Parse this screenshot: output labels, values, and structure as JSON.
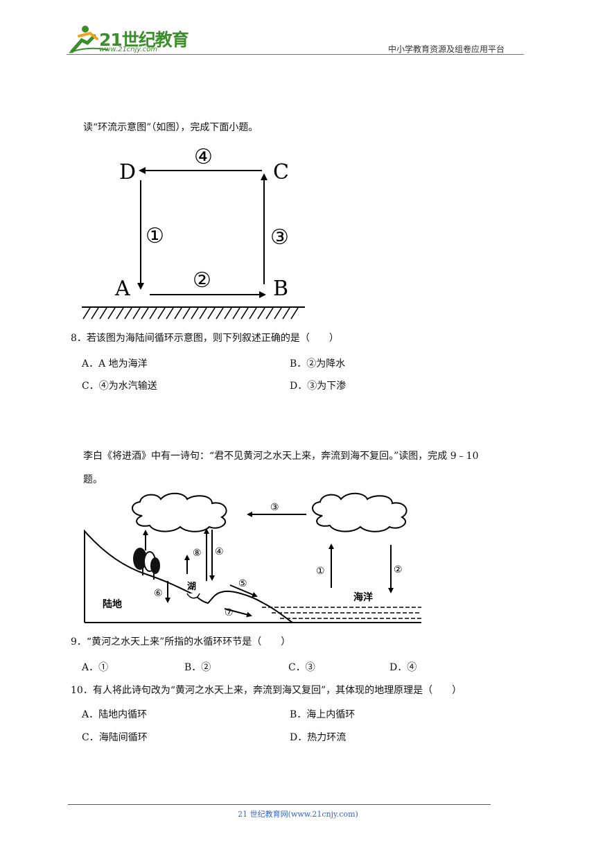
{
  "header": {
    "logo_text": "21世纪教育",
    "logo_url": "www.21cnjy.com",
    "platform": "中小学教育资源及组卷应用平台"
  },
  "intro1": "读“环流示意图”（如图），完成下面小题。",
  "diagram1": {
    "labels": {
      "A": "A",
      "B": "B",
      "C": "C",
      "D": "D"
    },
    "arrows": {
      "n1": "①",
      "n2": "②",
      "n3": "③",
      "n4": "④"
    }
  },
  "q8": {
    "stem": "8．若该图为海陆间循环示意图，则下列叙述正确的是（　　）",
    "options": [
      "A．A 地为海洋",
      "B．②为降水",
      "C．④为水汽输送",
      "D．③为下渗"
    ]
  },
  "intro2": {
    "line1": "李白《将进酒》中有一诗句：“君不见黄河之水天上来，奔流到海不复回。”读图，完成 9﹣10",
    "line2": "题。"
  },
  "diagram2": {
    "land": "陆地",
    "lake": "湖",
    "ocean": "海洋",
    "n1": "①",
    "n2": "②",
    "n3": "③",
    "n4": "④",
    "n5": "⑤",
    "n6": "⑥",
    "n7": "⑦",
    "n8": "⑧"
  },
  "q9": {
    "stem": "9．“黄河之水天上来”所指的水循环环节是（　　）",
    "options": [
      "A．①",
      "B．②",
      "C．③",
      "D．④"
    ]
  },
  "q10": {
    "stem": "10．有人将此诗句改为“黄河之水天上来，奔流到海又复回”，其体现的地理原理是（　　）",
    "options": [
      "A．陆地内循环",
      "B．海上内循环",
      "C．海陆间循环",
      "D．热力环流"
    ]
  },
  "footer": "21 世纪教育网(www.21cnjy.com)"
}
